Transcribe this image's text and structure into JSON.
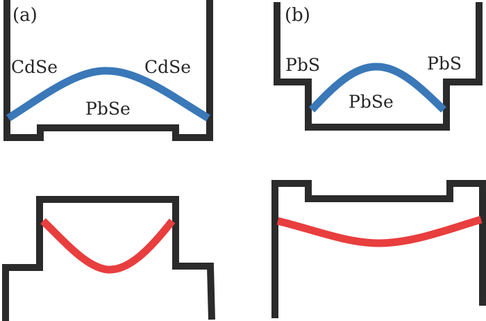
{
  "panels": {
    "a": {
      "label": "(a)",
      "left_material": "CdSe",
      "right_material": "CdSe",
      "center_material": "PbSe"
    },
    "b": {
      "label": "(b)",
      "left_material": "PbS",
      "right_material": "PbS",
      "center_material": "PbSe"
    }
  },
  "colors": {
    "band_edge": "#2b2b2b",
    "hole_wavefunction": "#3a78b8",
    "electron_wavefunction": "#e83e3e"
  }
}
